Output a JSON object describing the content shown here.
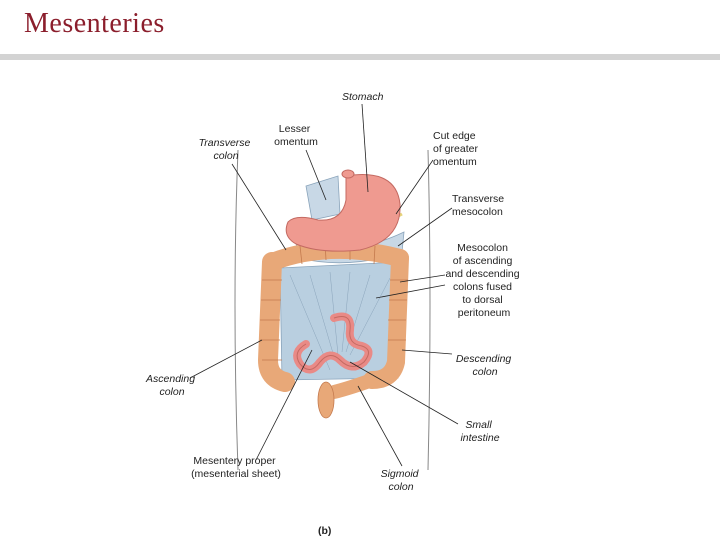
{
  "slide": {
    "title": "Mesenteries"
  },
  "diagram": {
    "panel_label": "(b)",
    "labels": {
      "stomach": "Stomach",
      "lesser_omentum": [
        "Lesser",
        "omentum"
      ],
      "transverse_colon": [
        "Transverse",
        "colon"
      ],
      "cut_edge": [
        "Cut edge",
        "of greater",
        "omentum"
      ],
      "transverse_mesocolon": [
        "Transverse",
        "mesocolon"
      ],
      "mesocolon_fused": [
        "Mesocolon",
        "of ascending",
        "and descending",
        "colons fused",
        "to dorsal",
        "peritoneum"
      ],
      "descending_colon": [
        "Descending",
        "colon"
      ],
      "ascending_colon": [
        "Ascending",
        "colon"
      ],
      "small_intestine": [
        "Small",
        "intestine"
      ],
      "mesentery_proper": [
        "Mesentery proper",
        "(mesenterial sheet)"
      ],
      "sigmoid_colon": [
        "Sigmoid",
        "colon"
      ]
    },
    "colors": {
      "colon": "#e8a878",
      "colon_dark": "#c47a4e",
      "stomach": "#ef9a90",
      "mesentery": "#b9cfe0",
      "intestine": "#e98a86",
      "fat": "#e6d27a"
    }
  }
}
